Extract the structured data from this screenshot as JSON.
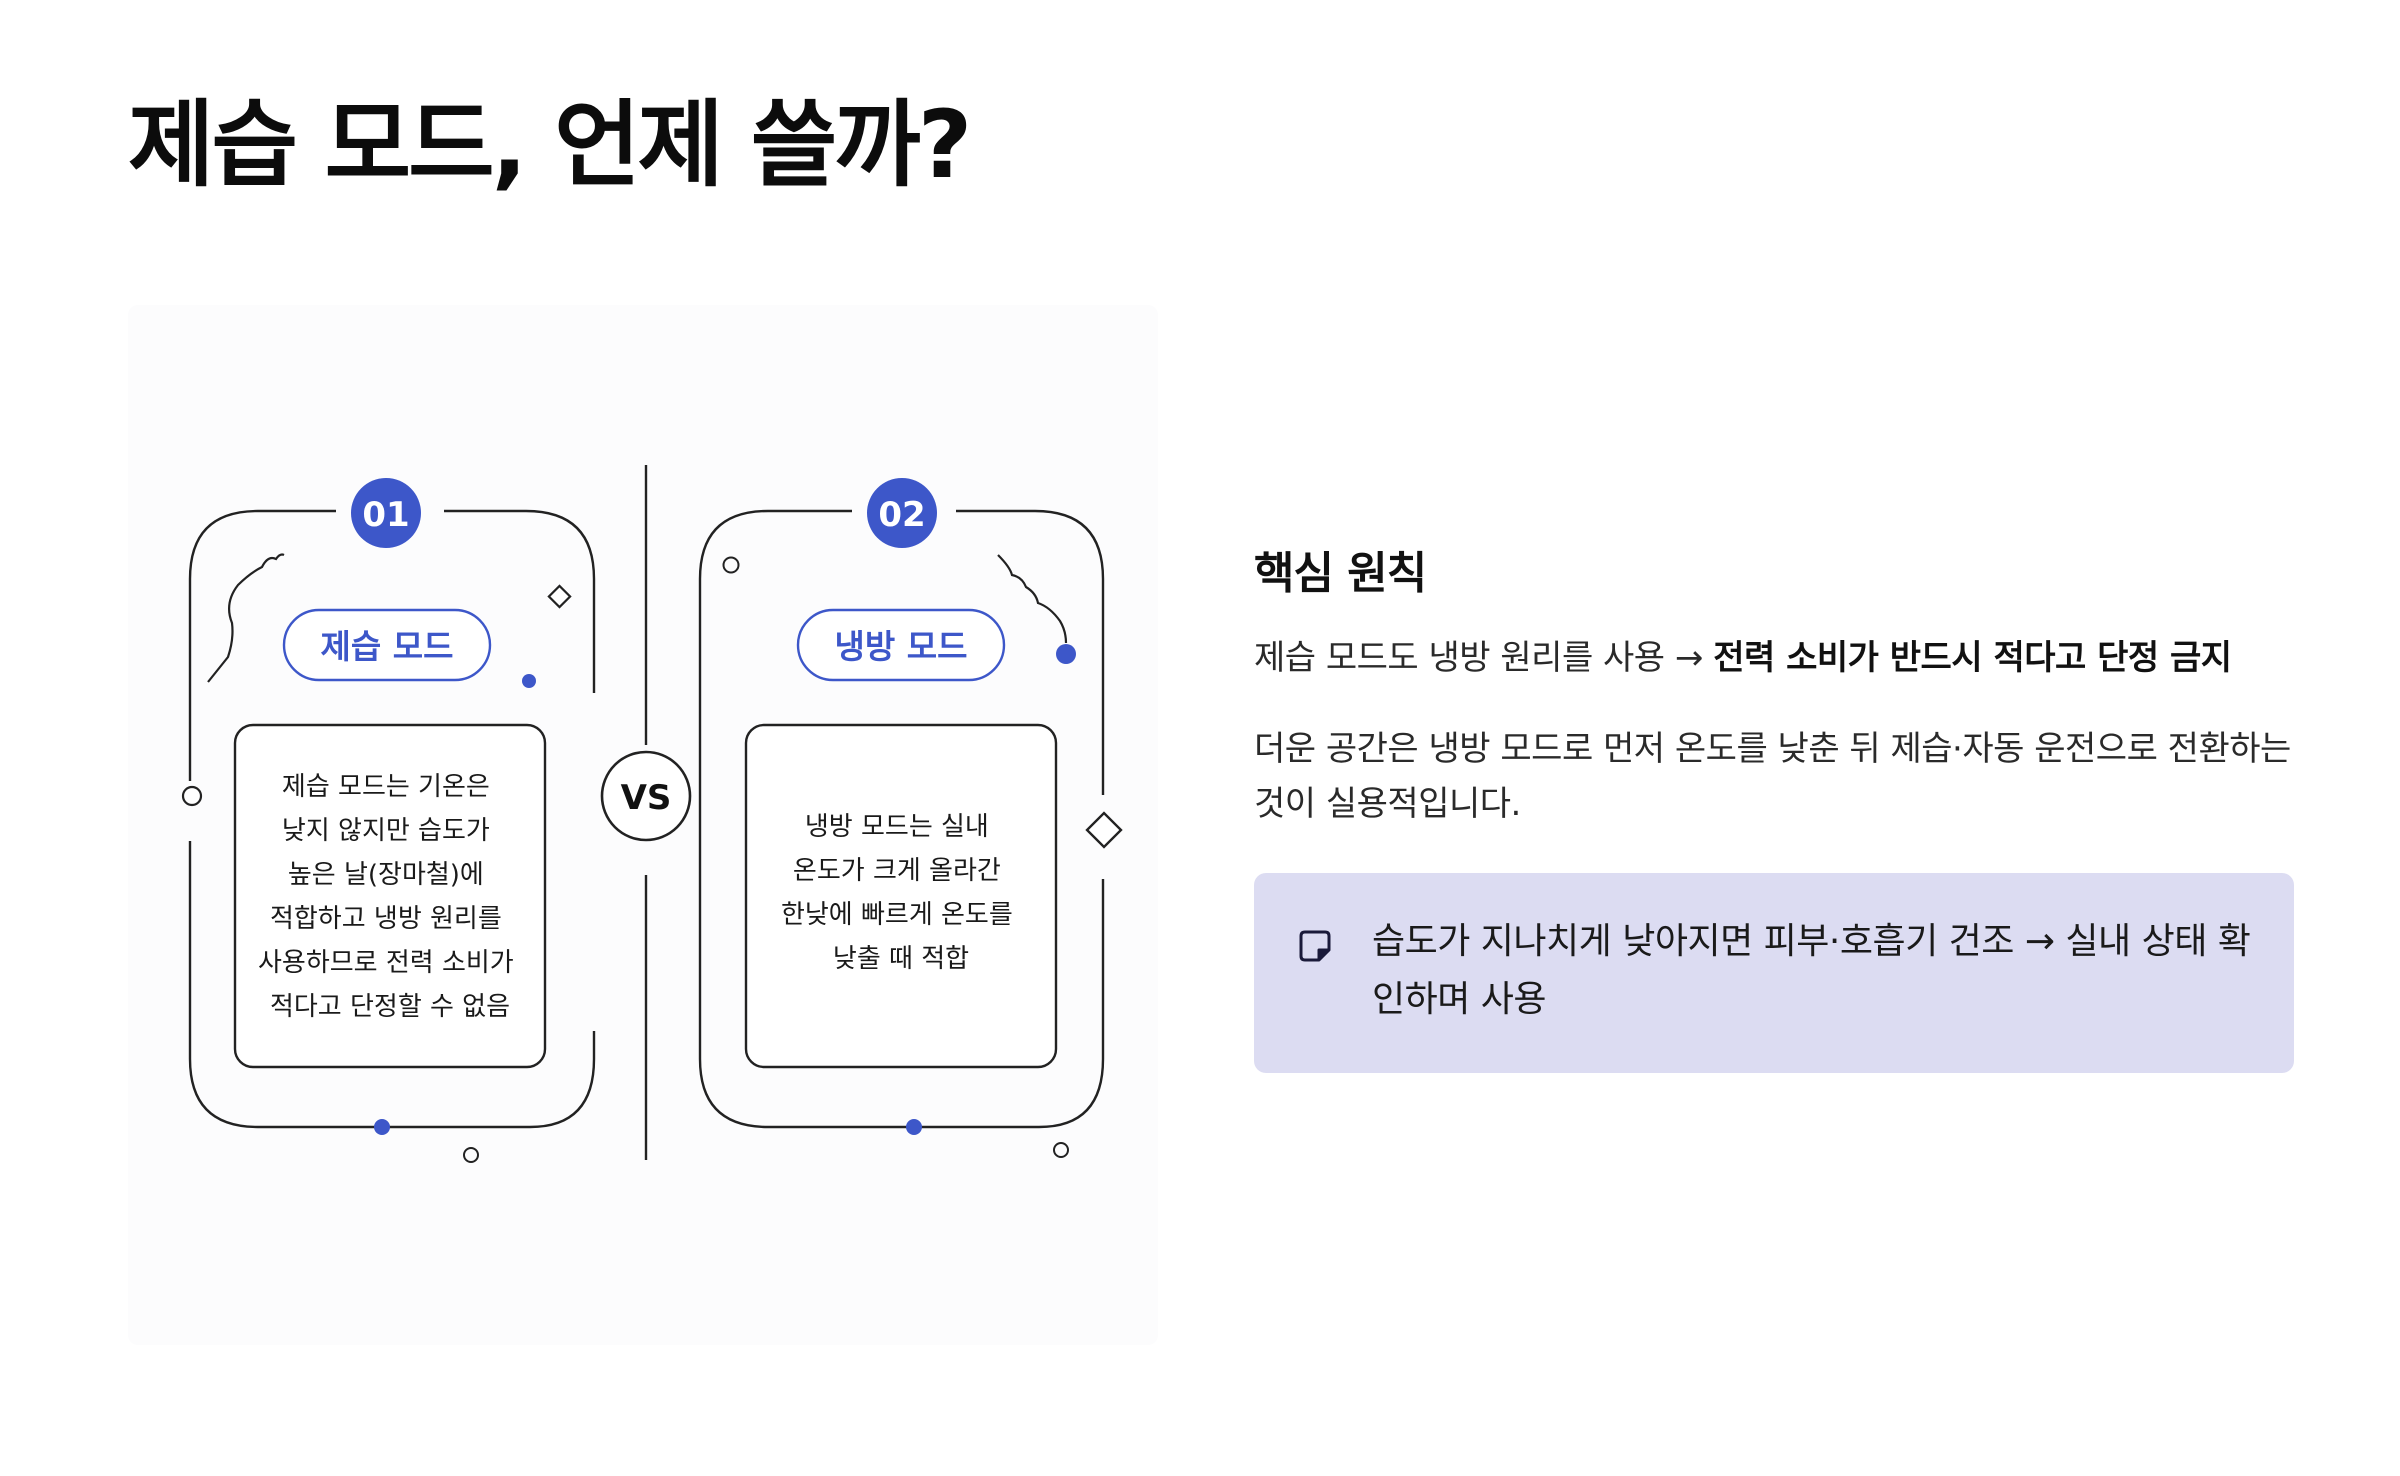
{
  "title": "제습 모드, 언제 쓸까?",
  "diagram": {
    "card1": {
      "number": "01",
      "label": "제습 모드",
      "lines": [
        "제습 모드는 기온은",
        "낮지 않지만 습도가",
        "높은 날(장마철)에",
        "적합하고 냉방 원리를",
        "사용하므로 전력 소비가",
        "적다고 단정할 수 없음"
      ]
    },
    "card2": {
      "number": "02",
      "label": "냉방 모드",
      "lines": [
        "냉방 모드는 실내",
        "온도가 크게 올라간",
        "한낮에 빠르게 온도를",
        "낮출 때 적합"
      ]
    },
    "vs": "VS"
  },
  "right": {
    "heading": "핵심 원칙",
    "principle_prefix": "제습 모드도 냉방 원리를 사용 → ",
    "principle_bold": "전력 소비가 반드시 적다고 단정 금지",
    "paragraph": "더운 공간은 냉방 모드로 먼저 온도를 낮춘 뒤 제습·자동 운전으로 전환하는 것이 실용적입니다.",
    "callout": "습도가 지나치게 낮아지면 피부·호흡기 건조 → 실내 상태 확인하며 사용"
  },
  "colors": {
    "accent": "#3d57c9",
    "line": "#222222",
    "callout_bg": "#dcdcf2"
  },
  "icons": [
    "note-icon"
  ]
}
